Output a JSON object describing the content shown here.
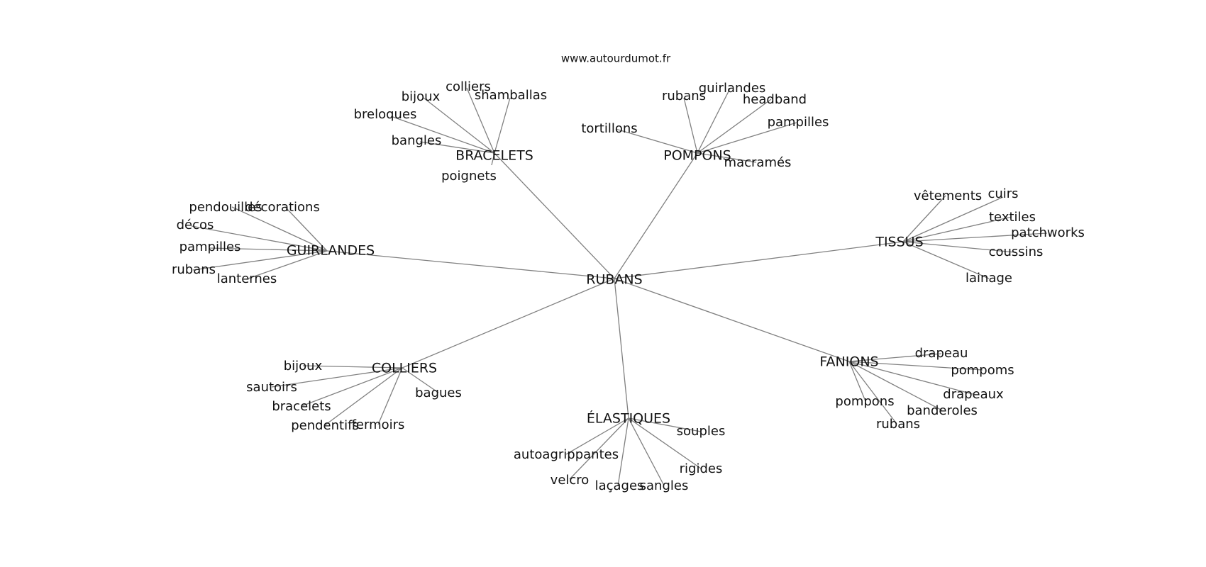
{
  "source": "www.autourdumot.fr",
  "center": "RUBANS",
  "hubs": [
    {
      "key": "bracelets",
      "label": "BRACELETS",
      "leaves": [
        "colliers",
        "bijoux",
        "shamballas",
        "breloques",
        "bangles",
        "poignets"
      ]
    },
    {
      "key": "pompons",
      "label": "POMPONS",
      "leaves": [
        "guirlandes",
        "rubans",
        "headband",
        "tortillons",
        "pampilles",
        "macramés"
      ]
    },
    {
      "key": "guirlandes",
      "label": "GUIRLANDES",
      "leaves": [
        "pendouilles",
        "décorations",
        "décos",
        "pampilles",
        "rubans",
        "lanternes"
      ]
    },
    {
      "key": "tissus",
      "label": "TISSUS",
      "leaves": [
        "vêtements",
        "cuirs",
        "textiles",
        "patchworks",
        "coussins",
        "lainage"
      ]
    },
    {
      "key": "colliers",
      "label": "COLLIERS",
      "leaves": [
        "bijoux",
        "sautoirs",
        "bracelets",
        "pendentifs",
        "fermoirs",
        "bagues"
      ]
    },
    {
      "key": "fanions",
      "label": "FANIONS",
      "leaves": [
        "drapeau",
        "pompoms",
        "drapeaux",
        "pompons",
        "banderoles",
        "rubans"
      ]
    },
    {
      "key": "elastiques",
      "label": "ÉLASTIQUES",
      "leaves": [
        "souples",
        "autoagrippantes",
        "velcro",
        "laçages",
        "sangles",
        "rigides"
      ]
    }
  ]
}
